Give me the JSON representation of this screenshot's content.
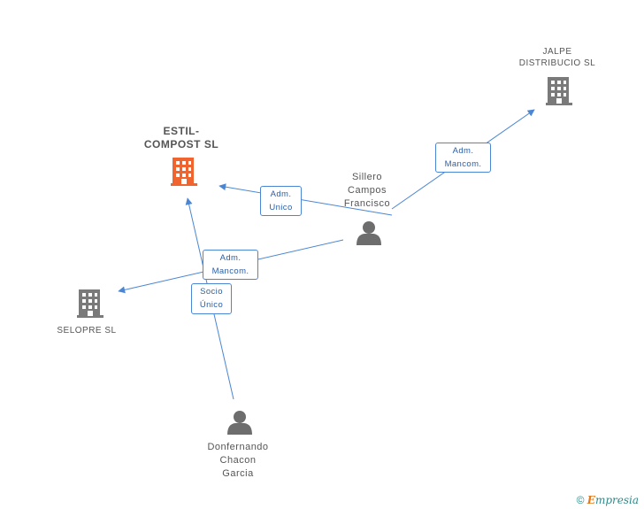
{
  "nodes": {
    "estil": {
      "label_line1": "ESTIL-",
      "label_line2": "COMPOST SL",
      "color": "#f0652f"
    },
    "jalpe": {
      "label_line1": "JALPE",
      "label_line2": "DISTRIBUCIO SL",
      "color": "#7a7a7a"
    },
    "selopre": {
      "label_line1": "SELOPRE SL",
      "color": "#7a7a7a"
    },
    "sillero": {
      "label_line1": "Sillero",
      "label_line2": "Campos",
      "label_line3": "Francisco"
    },
    "donfernando": {
      "label_line1": "Donfernando",
      "label_line2": "Chacon",
      "label_line3": "Garcia"
    }
  },
  "edges": {
    "adm_unico": {
      "line1": "Adm.",
      "line2": "Unico"
    },
    "adm_mancom_jalpe": {
      "line1": "Adm.",
      "line2": "Mancom."
    },
    "adm_mancom_selopre": {
      "line1": "Adm.",
      "line2": "Mancom."
    },
    "socio_unico": {
      "line1": "Socio",
      "line2": "Único"
    }
  },
  "footer": {
    "copyright": "©",
    "brand_first": "E",
    "brand_rest": "mpresia"
  },
  "colors": {
    "edge": "#4a86d4",
    "person": "#6d6d6d"
  }
}
